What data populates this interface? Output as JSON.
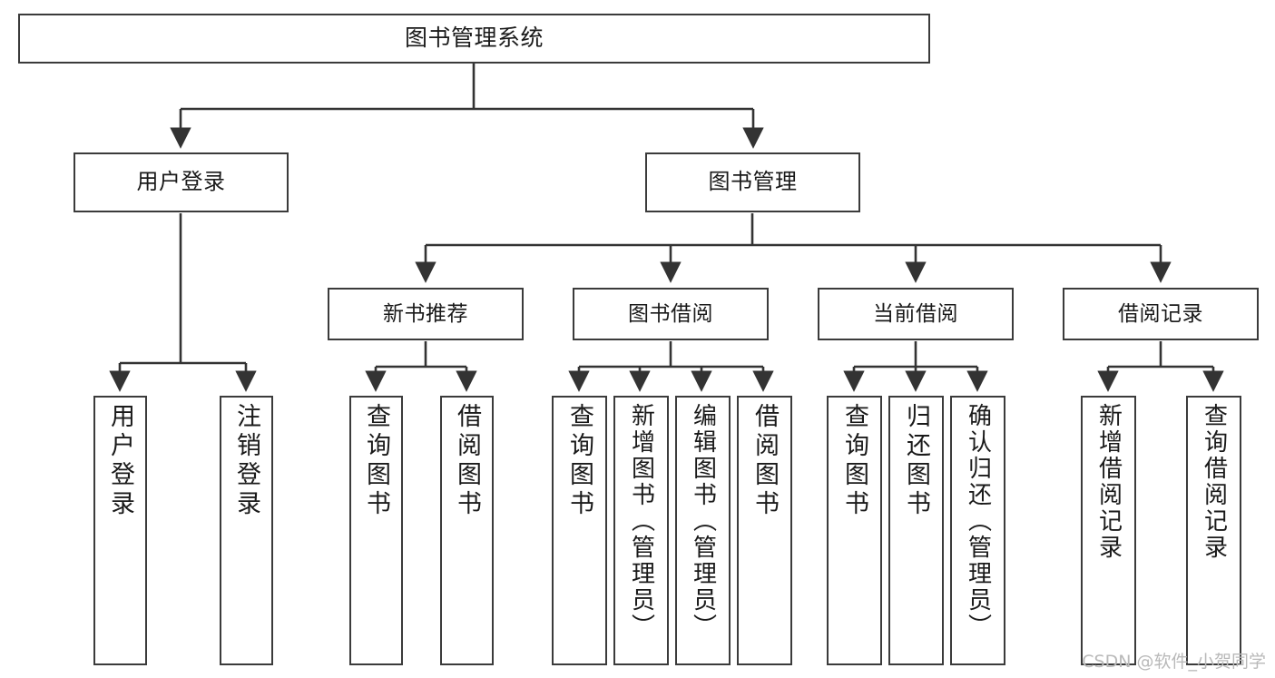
{
  "diagram": {
    "title": "图书管理系统",
    "type": "hierarchy-tree",
    "edge_color": "#333333",
    "box_border_color": "#3b3b3b",
    "box_fill_color": "#ffffff",
    "text_color": "#1a1a1a",
    "nodes": {
      "root": {
        "label": "图书管理系统"
      },
      "tier2": [
        {
          "id": "user-login",
          "label": "用户登录"
        },
        {
          "id": "book-manage",
          "label": "图书管理"
        }
      ],
      "tier3": [
        {
          "id": "new-book-recommend",
          "label": "新书推荐"
        },
        {
          "id": "book-borrow",
          "label": "图书借阅"
        },
        {
          "id": "current-borrow",
          "label": "当前借阅"
        },
        {
          "id": "borrow-record",
          "label": "借阅记录"
        }
      ],
      "leaves": {
        "user-login": [
          {
            "id": "leaf-user-login",
            "label": "用户登录"
          },
          {
            "id": "leaf-logout",
            "label": "注销登录"
          }
        ],
        "new-book-recommend": [
          {
            "id": "leaf-query-book-1",
            "label": "查询图书"
          },
          {
            "id": "leaf-borrow-book-1",
            "label": "借阅图书"
          }
        ],
        "book-borrow": [
          {
            "id": "leaf-query-book-2",
            "label": "查询图书"
          },
          {
            "id": "leaf-add-book",
            "label": "新增图书（管理员）"
          },
          {
            "id": "leaf-edit-book",
            "label": "编辑图书（管理员）"
          },
          {
            "id": "leaf-borrow-book-2",
            "label": "借阅图书"
          }
        ],
        "current-borrow": [
          {
            "id": "leaf-query-book-3",
            "label": "查询图书"
          },
          {
            "id": "leaf-return-book",
            "label": "归还图书"
          },
          {
            "id": "leaf-confirm-return",
            "label": "确认归还（管理员）"
          }
        ],
        "borrow-record": [
          {
            "id": "leaf-add-record",
            "label": "新增借阅记录"
          },
          {
            "id": "leaf-query-record",
            "label": "查询借阅记录"
          }
        ]
      }
    }
  },
  "watermark": {
    "text": "CSDN @软件_小贺同学"
  }
}
